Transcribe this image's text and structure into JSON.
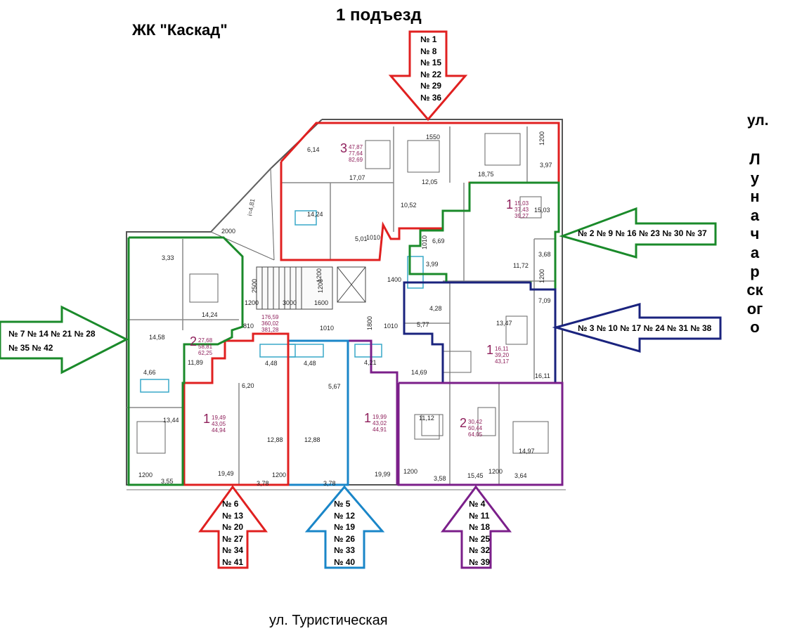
{
  "header": {
    "complex": "ЖК \"Каскад\"",
    "entrance": "1 подъезд"
  },
  "streets": {
    "bottom": "ул.  Туристическая",
    "right_prefix": "ул.",
    "right_name": "Луначарского"
  },
  "apartment_groups": {
    "top": {
      "color": "#e02020",
      "numbers": [
        "№ 1",
        "№ 8",
        "№ 15",
        "№ 22",
        "№ 29",
        "№ 36"
      ]
    },
    "right_green": {
      "color": "#1a8a2a",
      "text": "№ 2 № 9 № 16 № 23 № 30 № 37"
    },
    "right_navy": {
      "color": "#1a237e",
      "text": "№ 3 № 10 № 17 № 24 № 31 № 38"
    },
    "bottom_purple": {
      "color": "#7b1f8a",
      "numbers": [
        "№ 4",
        "№ 11",
        "№ 18",
        "№ 25",
        "№ 32",
        "№ 39"
      ]
    },
    "bottom_blue": {
      "color": "#1a86c8",
      "numbers": [
        "№ 5",
        "№ 12",
        "№ 19",
        "№ 26",
        "№ 33",
        "№ 40"
      ]
    },
    "bottom_red": {
      "color": "#e02020",
      "numbers": [
        "№ 6",
        "№ 13",
        "№ 20",
        "№ 27",
        "№ 34",
        "№ 41"
      ]
    },
    "left_green": {
      "color": "#1a8a2a",
      "lines": [
        "№ 7 № 14 № 21 № 28",
        "№ 35 № 42"
      ]
    }
  },
  "room_areas": [
    "6,14",
    "17,07",
    "12,05",
    "18,75",
    "3,97",
    "14,24",
    "10,52",
    "5,01",
    "15,03",
    "3,33",
    "14,24",
    "14,58",
    "4,66",
    "11,89",
    "13,44",
    "3,55",
    "6,20",
    "4,48",
    "4,48",
    "4,21",
    "5,67",
    "12,88",
    "12,88",
    "19,49",
    "3,78",
    "3,78",
    "19,99",
    "11,12",
    "14,69",
    "3,58",
    "15,45",
    "3,64",
    "14,97",
    "6,69",
    "3,99",
    "11,72",
    "3,68",
    "4,28",
    "5,77",
    "13,47",
    "7,09",
    "16,11",
    "1550",
    "2000",
    "2500",
    "1200",
    "1200",
    "3000",
    "1600",
    "1400",
    "1010",
    "1010",
    "1010",
    "1010",
    "1800",
    "1200",
    "1200",
    "1200",
    "1200",
    "1200",
    "1200",
    "1200",
    "810"
  ],
  "apartment_tags": [
    {
      "rooms": "3",
      "lines": [
        "47,87",
        "77,64",
        "82,69"
      ]
    },
    {
      "rooms": "1",
      "lines": [
        "15,03",
        "37,43",
        "39,27"
      ]
    },
    {
      "rooms": "2",
      "lines": [
        "27,68",
        "58,81",
        "62,25"
      ]
    },
    {
      "rooms": "1",
      "lines": [
        "19,49",
        "43,05",
        "44,94"
      ]
    },
    {
      "rooms": "1",
      "lines": [
        "19,99",
        "43,02",
        "44,91"
      ]
    },
    {
      "rooms": "2",
      "lines": [
        "30,42",
        "60,44",
        "64,05"
      ]
    },
    {
      "rooms": "1",
      "lines": [
        "16,11",
        "39,20",
        "43,17"
      ]
    }
  ],
  "common_area": [
    "176,59",
    "360,02",
    "381,28"
  ],
  "ramp_label": "i=4,81"
}
